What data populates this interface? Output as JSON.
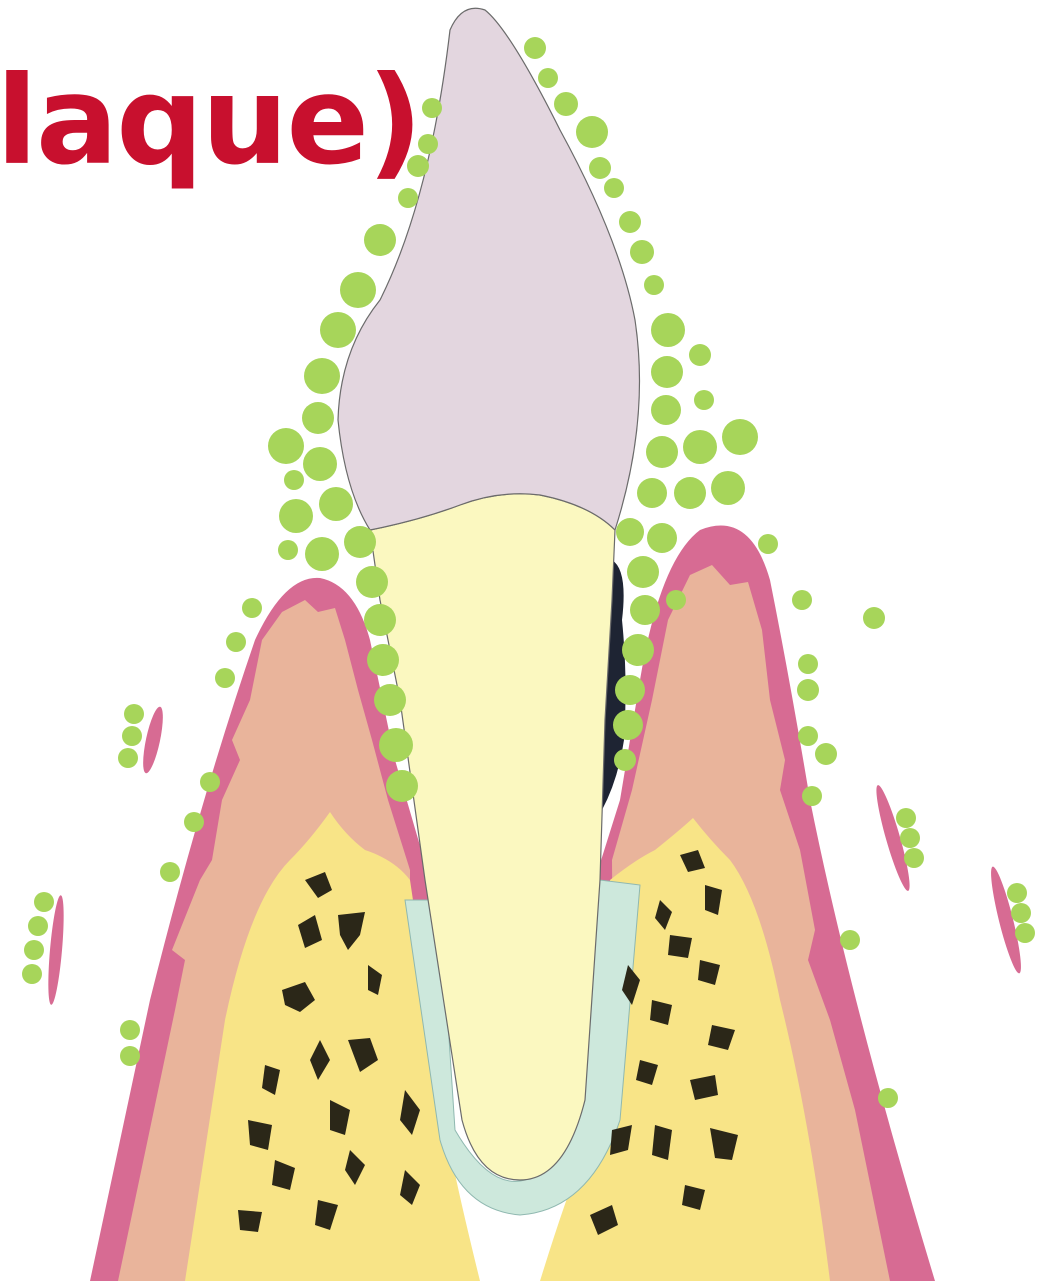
{
  "title": {
    "text": "laque)",
    "color": "#c8102e"
  },
  "colors": {
    "tooth_crown": "#e3d6df",
    "tooth_root": "#fbf8c0",
    "gingiva_outer": "#d76b93",
    "gingiva_inner": "#e9b49b",
    "bone": "#f8e487",
    "bone_marrow": "#2b2718",
    "periodontal_ligament": "#cde8dc",
    "plaque_bacteria": "#a7d55a",
    "calculus": "#1e2433",
    "outline": "#6b6b6b"
  },
  "icons": [
    "tooth-crown",
    "tooth-root",
    "gingiva",
    "alveolar-bone",
    "plaque-bacteria",
    "calculus"
  ]
}
